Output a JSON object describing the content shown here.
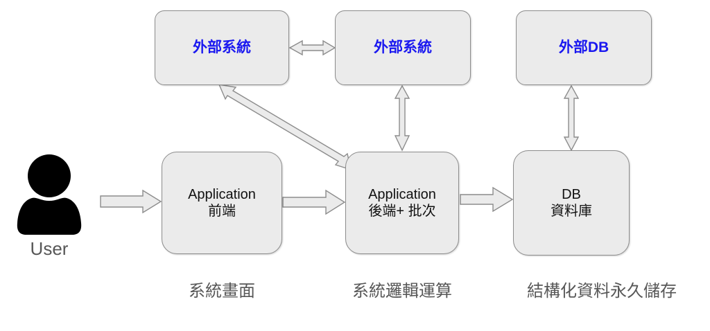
{
  "diagram": {
    "title": "System Architecture Layers",
    "background": "#ffffff",
    "node_fill": "#ebebeb",
    "node_border": "#8c8c8c",
    "external_text_color": "#1a18f0",
    "app_text_color": "#111111",
    "caption_color": "#575757"
  },
  "actor": {
    "icon": "user-person-icon",
    "label": "User"
  },
  "nodes": {
    "external_system_1": {
      "label": "外部系統"
    },
    "external_system_2": {
      "label": "外部系統"
    },
    "external_db": {
      "label": "外部DB"
    },
    "app_frontend": {
      "line1": "Application",
      "line2": "前端"
    },
    "app_backend": {
      "line1": "Application",
      "line2": "後端+ 批次"
    },
    "database": {
      "line1": "DB",
      "line2": "資料庫"
    }
  },
  "captions": {
    "frontend": "系統畫面",
    "backend": "系統邏輯運算",
    "database": "結構化資料永久儲存"
  },
  "connections": [
    {
      "name": "user-to-frontend",
      "from": "User",
      "to": "Application 前端",
      "style": "single-head-right"
    },
    {
      "name": "frontend-to-backend",
      "from": "Application 前端",
      "to": "Application 後端+ 批次",
      "style": "single-head-right"
    },
    {
      "name": "backend-to-database",
      "from": "Application 後端+ 批次",
      "to": "DB 資料庫",
      "style": "single-head-right"
    },
    {
      "name": "external-system-1-to-external-system-2",
      "from": "外部系統",
      "to": "外部系統",
      "style": "double-head-horizontal"
    },
    {
      "name": "backend-to-external-system-1",
      "from": "Application 後端+ 批次",
      "to": "外部系統",
      "style": "double-head-diagonal"
    },
    {
      "name": "backend-to-external-system-2",
      "from": "Application 後端+ 批次",
      "to": "外部系統",
      "style": "double-head-vertical"
    },
    {
      "name": "database-to-external-db",
      "from": "DB 資料庫",
      "to": "外部DB",
      "style": "double-head-vertical"
    }
  ]
}
